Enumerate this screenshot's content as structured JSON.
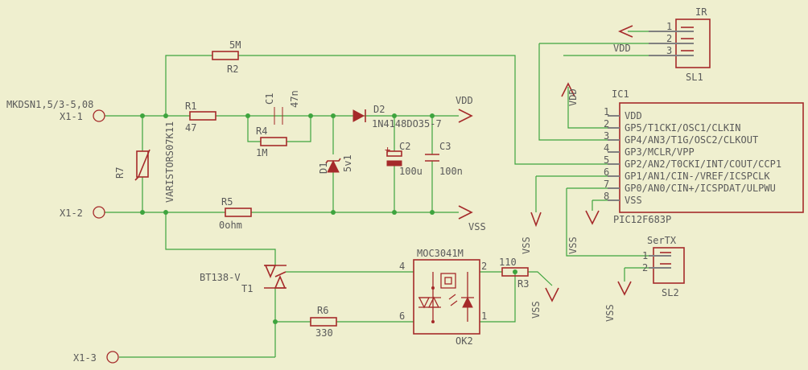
{
  "connector": {
    "part": "MKDSN1,5/3-5,08",
    "pins": [
      "X1-1",
      "X1-2",
      "X1-3"
    ]
  },
  "parts": {
    "r1": {
      "name": "R1",
      "value": "47"
    },
    "r2": {
      "name": "R2",
      "value": "5M"
    },
    "r3": {
      "name": "R3",
      "value": "110"
    },
    "r4": {
      "name": "R4",
      "value": "1M"
    },
    "r5": {
      "name": "R5",
      "value": "0ohm"
    },
    "r6": {
      "name": "R6",
      "value": "330"
    },
    "r7": {
      "name": "R7",
      "value": "VARISTORS07K11"
    },
    "c1": {
      "name": "C1",
      "value": "47n"
    },
    "c2": {
      "name": "C2",
      "value": "100u"
    },
    "c3": {
      "name": "C3",
      "value": "100n"
    },
    "d1": {
      "name": "D1",
      "value": "5v1"
    },
    "d2": {
      "name": "D2",
      "value": "1N4148DO35-7"
    },
    "t1": {
      "name": "T1",
      "value": "BT138-V"
    },
    "ok2": {
      "name": "OK2",
      "value": "MOC3041M",
      "pins": [
        "4",
        "2",
        "6",
        "1"
      ]
    },
    "ic1": {
      "name": "IC1",
      "value": "PIC12F683P",
      "pins": [
        {
          "num": "1",
          "label": "VDD"
        },
        {
          "num": "2",
          "label": "GP5/T1CKI/OSC1/CLKIN"
        },
        {
          "num": "3",
          "label": "GP4/AN3/T1G/OSC2/CLKOUT"
        },
        {
          "num": "4",
          "label": "GP3/MCLR/VPP"
        },
        {
          "num": "5",
          "label": "GP2/AN2/T0CKI/INT/COUT/CCP1"
        },
        {
          "num": "6",
          "label": "GP1/AN1/CIN-/VREF/ICSPCLK"
        },
        {
          "num": "7",
          "label": "GP0/AN0/CIN+/ICSPDAT/ULPWU"
        },
        {
          "num": "8",
          "label": "VSS"
        }
      ]
    },
    "sl1": {
      "name": "SL1",
      "title": "IR",
      "pins": [
        "1",
        "2",
        "3"
      ]
    },
    "sl2": {
      "name": "SL2",
      "title": "SerTX",
      "pins": [
        "1",
        "2"
      ]
    }
  },
  "nets": {
    "vdd": "VDD",
    "vss": "VSS"
  },
  "colors": {
    "background": "#efefcf",
    "wire": "#3ea43e",
    "part": "#a52a2a",
    "text": "#5a5a5a",
    "pin": "#808080"
  }
}
